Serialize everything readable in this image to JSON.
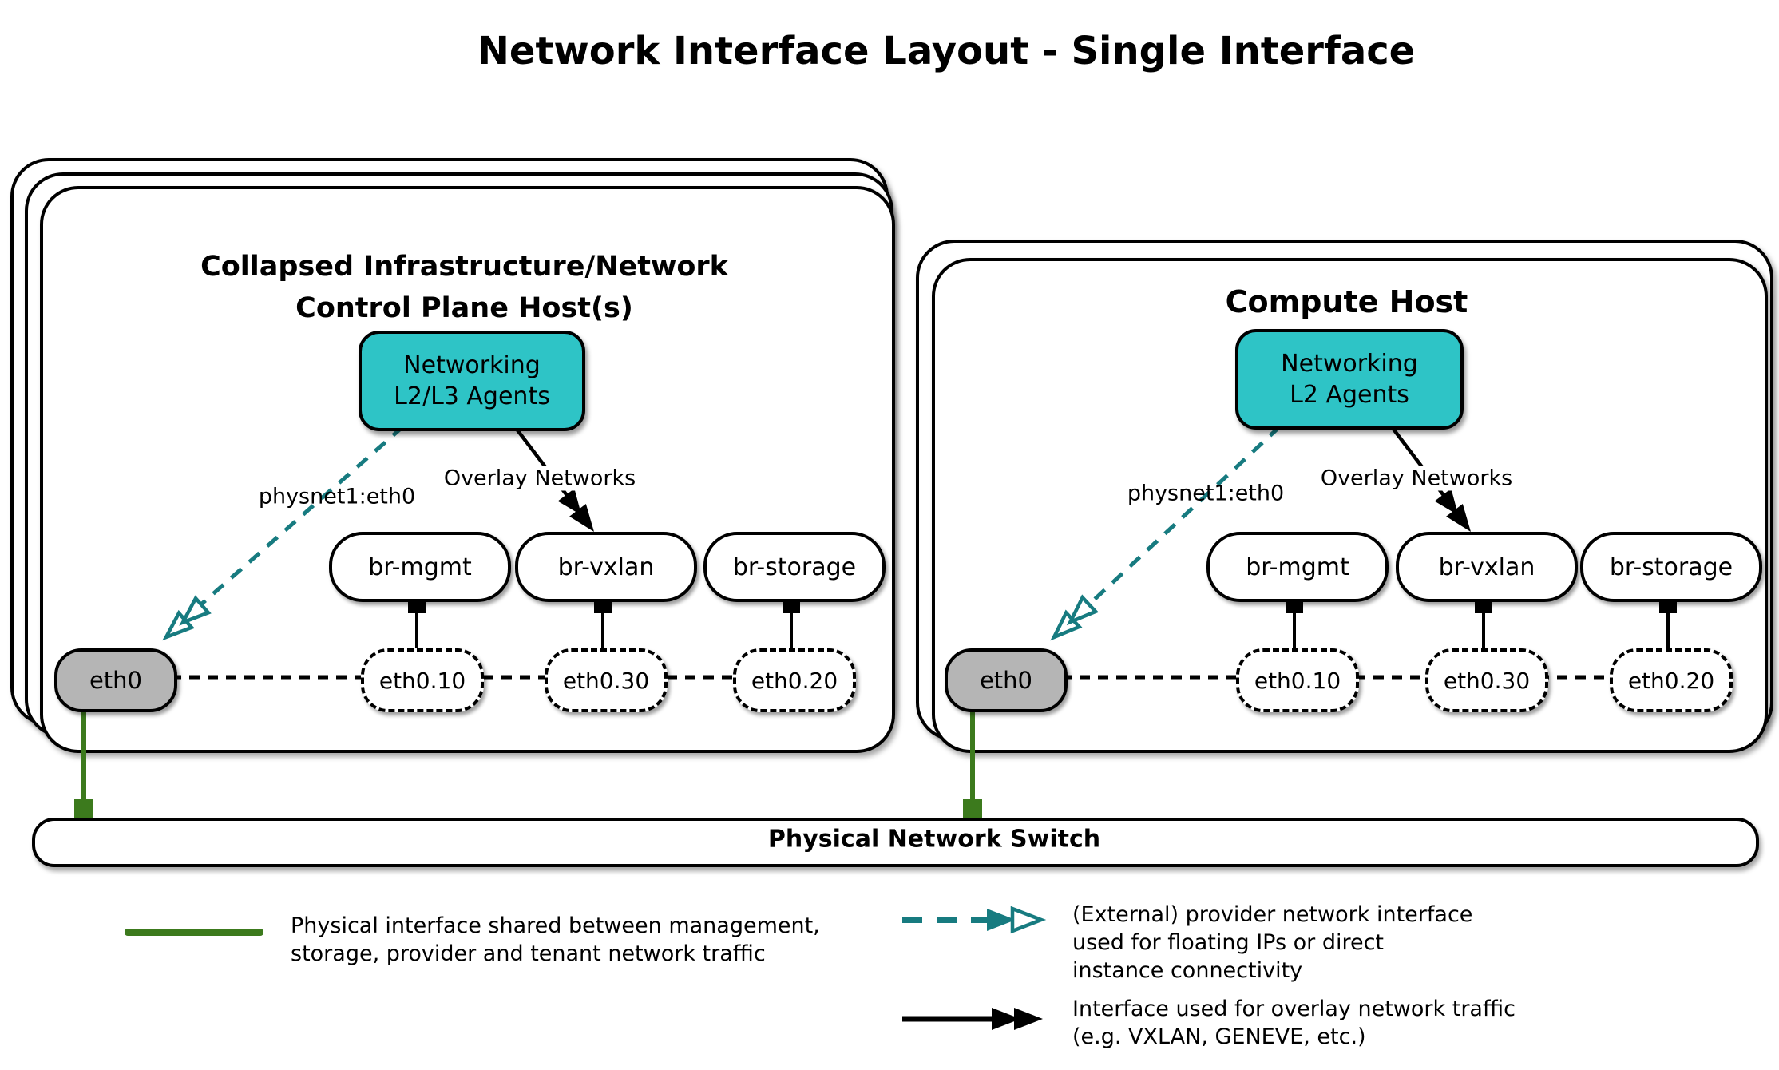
{
  "title": "Network Interface Layout - Single Interface",
  "hosts": [
    {
      "title1": "Collapsed Infrastructure/Network",
      "title2": "Control Plane Host(s)",
      "agent1": "Networking",
      "agent2": "L2/L3 Agents",
      "provider_label": "physnet1:eth0",
      "overlay_label": "Overlay Networks",
      "bridges": [
        "br-mgmt",
        "br-vxlan",
        "br-storage"
      ],
      "vlans": [
        "eth0.10",
        "eth0.30",
        "eth0.20"
      ],
      "phys": "eth0"
    },
    {
      "title1": "Compute Host",
      "agent1": "Networking",
      "agent2": "L2 Agents",
      "provider_label": "physnet1:eth0",
      "overlay_label": "Overlay Networks",
      "bridges": [
        "br-mgmt",
        "br-vxlan",
        "br-storage"
      ],
      "vlans": [
        "eth0.10",
        "eth0.30",
        "eth0.20"
      ],
      "phys": "eth0"
    }
  ],
  "switch": {
    "label": "Physical Network Switch"
  },
  "legend": {
    "physical": {
      "lines": [
        "Physical interface shared between management,",
        "storage, provider and tenant network traffic"
      ]
    },
    "provider": {
      "lines": [
        "(External) provider network interface",
        "used for floating IPs or direct",
        "instance connectivity"
      ]
    },
    "overlay": {
      "lines": [
        "Interface used for overlay network traffic",
        "(e.g. VXLAN, GENEVE, etc.)"
      ]
    }
  },
  "colors": {
    "agent_fill": "#2ec4c6",
    "provider_arrow": "#177b80",
    "physical_link": "#3c7a1d",
    "phys_interface_fill": "#b5b5b5",
    "line_black": "#000000"
  }
}
